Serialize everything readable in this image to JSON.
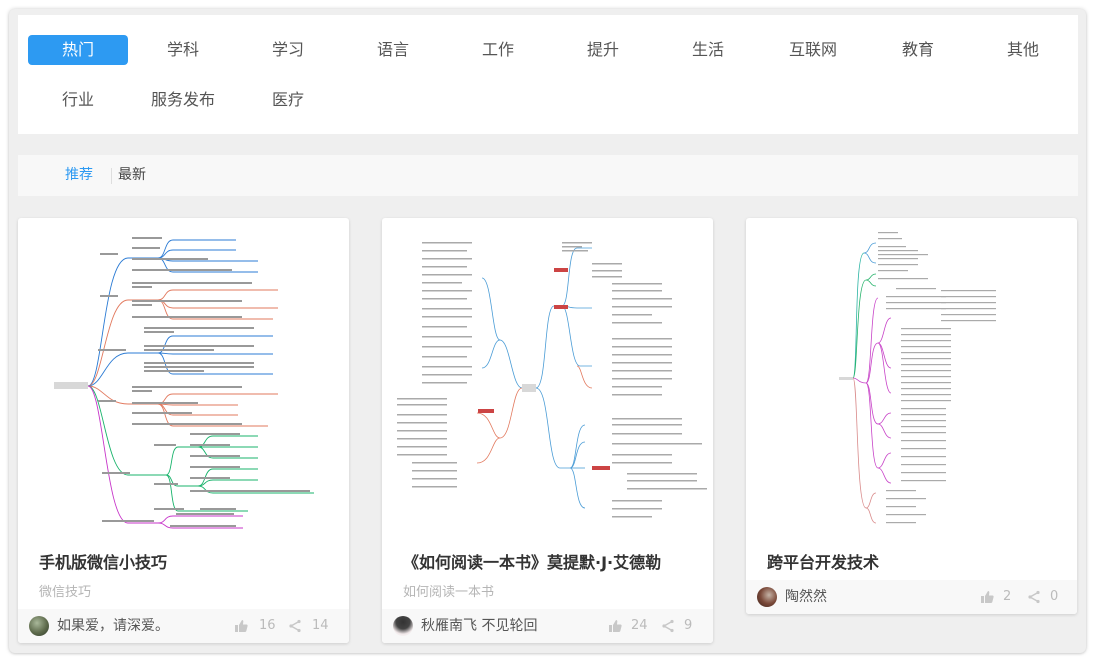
{
  "categories": {
    "row1": [
      "热门",
      "学科",
      "学习",
      "语言",
      "工作",
      "提升",
      "生活",
      "互联网",
      "教育",
      "其他"
    ],
    "row2": [
      "行业",
      "服务发布",
      "医疗"
    ],
    "active": "热门"
  },
  "sort": {
    "items": [
      "推荐",
      "最新"
    ],
    "active": "推荐"
  },
  "colors": {
    "accent": "#2d9af2",
    "frame_bg": "#efefef",
    "panel_bg": "#ffffff",
    "sort_bg": "#f8f8f8",
    "footer_bg": "#f8f8f8",
    "muted_text": "#bbbbbb"
  },
  "cards": [
    {
      "title": "手机版微信小技巧",
      "subtitle": "微信技巧",
      "author": "如果爱，请深爱。",
      "likes": "16",
      "shares": "14",
      "thumbnail": "mindmap-wechat-tips",
      "icons": {
        "like": "thumbs-up-icon",
        "share": "share-icon"
      }
    },
    {
      "title": "《如何阅读一本书》莫提默·J·艾德勒",
      "subtitle": "如何阅读一本书",
      "author": "秋雁南飞 不见轮回",
      "likes": "24",
      "shares": "9",
      "thumbnail": "mindmap-how-to-read-a-book",
      "icons": {
        "like": "thumbs-up-icon",
        "share": "share-icon"
      }
    },
    {
      "title": "跨平台开发技术",
      "subtitle": "",
      "author": "陶然然",
      "likes": "2",
      "shares": "0",
      "thumbnail": "mindmap-cross-platform-dev",
      "icons": {
        "like": "thumbs-up-icon",
        "share": "share-icon"
      }
    }
  ]
}
